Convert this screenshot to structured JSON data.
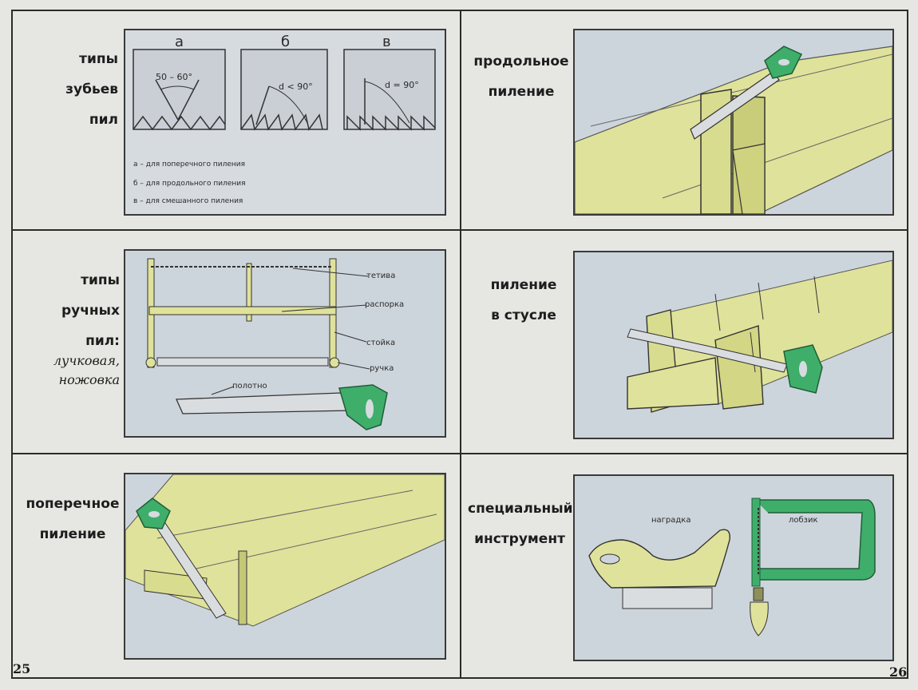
{
  "panels": {
    "tooth_types": {
      "label": "типы\nзубьев\nпил",
      "col_a": "а",
      "col_b": "б",
      "col_c": "в",
      "angle_a": "50 – 60°",
      "angle_b": "d < 90°",
      "angle_c": "d = 90°",
      "legend": [
        "а – для поперечного пиления",
        "б – для продольного пиления",
        "в – для смешанного пиления"
      ]
    },
    "rip_sawing": {
      "label": "продольное\nпиление"
    },
    "hand_saws": {
      "label": "типы\nручных\nпил:",
      "sub": "лучковая,\nножовка",
      "callouts": [
        "тетива",
        "распорка",
        "стойка",
        "ручка",
        "полотно"
      ]
    },
    "miter_box": {
      "label": "пиление\nв стусле"
    },
    "cross_sawing": {
      "label": "поперечное\nпиление"
    },
    "special_tool": {
      "label": "специальный\nинструмент",
      "callouts": [
        "наградка",
        "лобзик"
      ]
    }
  },
  "page_numbers": {
    "left": "25",
    "right": "26"
  },
  "colors": {
    "wood": "#dfe29a",
    "wood_dark": "#c5c977",
    "handle": "#3fae6a",
    "blade": "#d9dde0",
    "sky": "#cdd5dc",
    "frame": "#3a3a3a"
  }
}
